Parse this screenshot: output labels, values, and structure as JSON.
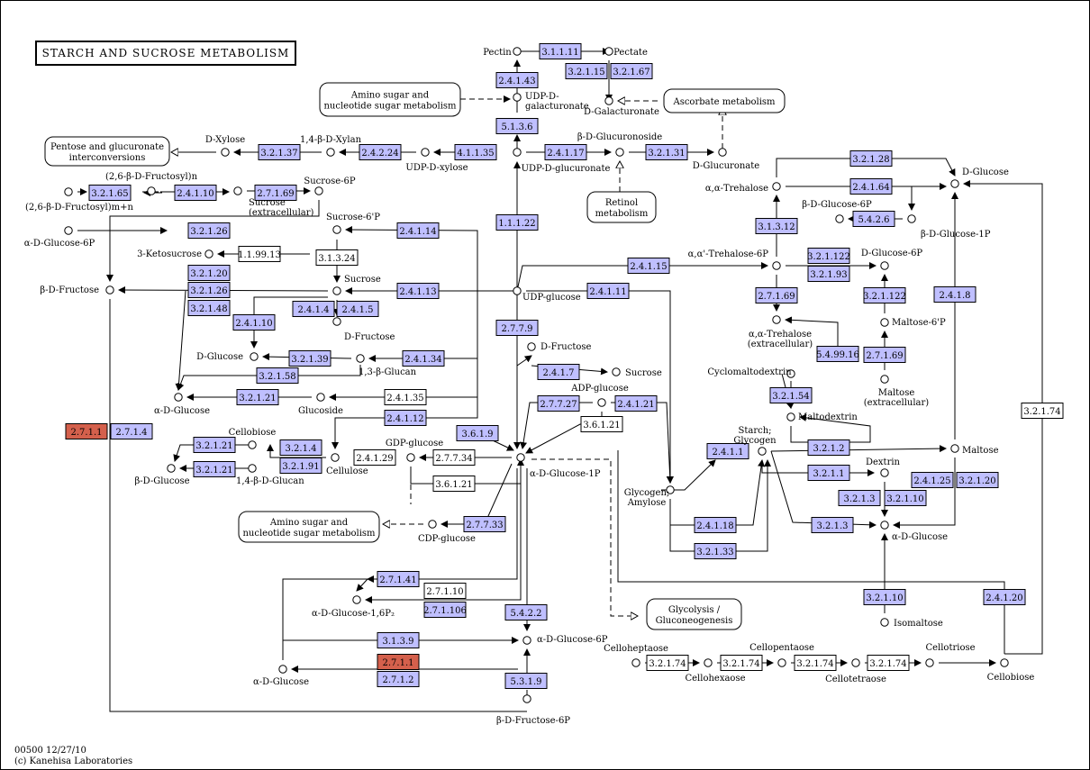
{
  "title": "STARCH AND SUCROSE METABOLISM",
  "footer": {
    "line1": "00500 12/27/10",
    "line2": "(c) Kanehisa Laboratories"
  },
  "colors": {
    "enzyme_fill": "#bfbfff",
    "highlight_fill": "#d4604c",
    "plain_fill": "#ffffff",
    "frame": "#000000"
  },
  "enzymes": [
    {
      "label": "3.1.1.11",
      "style": "blue"
    },
    {
      "label": "3.2.1.15",
      "style": "blue"
    },
    {
      "label": "3.2.1.67",
      "style": "blue"
    },
    {
      "label": "2.4.1.43",
      "style": "blue"
    },
    {
      "label": "5.1.3.6",
      "style": "blue"
    },
    {
      "label": "3.2.1.37",
      "style": "blue"
    },
    {
      "label": "2.4.2.24",
      "style": "blue"
    },
    {
      "label": "4.1.1.35",
      "style": "blue"
    },
    {
      "label": "2.4.1.17",
      "style": "blue"
    },
    {
      "label": "3.2.1.31",
      "style": "blue"
    },
    {
      "label": "3.2.1.65",
      "style": "blue"
    },
    {
      "label": "2.4.1.10",
      "style": "blue"
    },
    {
      "label": "2.7.1.69",
      "style": "blue"
    },
    {
      "label": "3.2.1.26",
      "style": "blue"
    },
    {
      "label": "2.4.1.14",
      "style": "blue"
    },
    {
      "label": "1.1.99.13",
      "style": "white"
    },
    {
      "label": "3.1.3.24",
      "style": "white"
    },
    {
      "label": "1.1.1.22",
      "style": "blue"
    },
    {
      "label": "3.2.1.20",
      "style": "blue"
    },
    {
      "label": "3.2.1.26",
      "style": "blue"
    },
    {
      "label": "3.2.1.48",
      "style": "blue"
    },
    {
      "label": "2.4.1.13",
      "style": "blue"
    },
    {
      "label": "2.4.1.4",
      "style": "blue"
    },
    {
      "label": "2.4.1.5",
      "style": "blue"
    },
    {
      "label": "2.4.1.10",
      "style": "blue"
    },
    {
      "label": "3.2.1.39",
      "style": "blue"
    },
    {
      "label": "2.4.1.34",
      "style": "blue"
    },
    {
      "label": "3.2.1.58",
      "style": "blue"
    },
    {
      "label": "3.2.1.21",
      "style": "blue"
    },
    {
      "label": "2.4.1.35",
      "style": "white"
    },
    {
      "label": "2.4.1.12",
      "style": "blue"
    },
    {
      "label": "2.7.1.1",
      "style": "red"
    },
    {
      "label": "2.7.1.4",
      "style": "blue"
    },
    {
      "label": "3.2.1.21",
      "style": "blue"
    },
    {
      "label": "3.2.1.4",
      "style": "blue"
    },
    {
      "label": "3.2.1.21",
      "style": "blue"
    },
    {
      "label": "3.2.1.91",
      "style": "blue"
    },
    {
      "label": "2.4.1.29",
      "style": "white"
    },
    {
      "label": "2.7.7.34",
      "style": "white"
    },
    {
      "label": "3.6.1.21",
      "style": "white"
    },
    {
      "label": "3.6.1.9",
      "style": "blue"
    },
    {
      "label": "2.7.7.9",
      "style": "blue"
    },
    {
      "label": "2.4.1.7",
      "style": "blue"
    },
    {
      "label": "2.7.7.27",
      "style": "blue"
    },
    {
      "label": "2.4.1.21",
      "style": "blue"
    },
    {
      "label": "3.6.1.21",
      "style": "white"
    },
    {
      "label": "2.4.1.15",
      "style": "blue"
    },
    {
      "label": "2.4.1.11",
      "style": "blue"
    },
    {
      "label": "2.7.7.33",
      "style": "blue"
    },
    {
      "label": "2.7.1.41",
      "style": "blue"
    },
    {
      "label": "2.7.1.10",
      "style": "white"
    },
    {
      "label": "2.7.1.106",
      "style": "blue"
    },
    {
      "label": "5.4.2.2",
      "style": "blue"
    },
    {
      "label": "3.1.3.9",
      "style": "blue"
    },
    {
      "label": "2.7.1.1",
      "style": "red"
    },
    {
      "label": "2.7.1.2",
      "style": "blue"
    },
    {
      "label": "5.3.1.9",
      "style": "blue"
    },
    {
      "label": "3.2.1.28",
      "style": "blue"
    },
    {
      "label": "2.4.1.64",
      "style": "blue"
    },
    {
      "label": "5.4.2.6",
      "style": "blue"
    },
    {
      "label": "3.1.3.12",
      "style": "blue"
    },
    {
      "label": "3.2.1.122",
      "style": "blue"
    },
    {
      "label": "3.2.1.93",
      "style": "blue"
    },
    {
      "label": "2.7.1.69",
      "style": "blue"
    },
    {
      "label": "3.2.1.122",
      "style": "blue"
    },
    {
      "label": "2.4.1.8",
      "style": "blue"
    },
    {
      "label": "5.4.99.16",
      "style": "blue"
    },
    {
      "label": "2.7.1.69",
      "style": "blue"
    },
    {
      "label": "3.2.1.54",
      "style": "blue"
    },
    {
      "label": "3.2.1.74",
      "style": "white"
    },
    {
      "label": "2.4.1.1",
      "style": "blue"
    },
    {
      "label": "3.2.1.2",
      "style": "blue"
    },
    {
      "label": "3.2.1.1",
      "style": "blue"
    },
    {
      "label": "2.4.1.25",
      "style": "blue"
    },
    {
      "label": "3.2.1.20",
      "style": "blue"
    },
    {
      "label": "3.2.1.3",
      "style": "blue"
    },
    {
      "label": "3.2.1.10",
      "style": "blue"
    },
    {
      "label": "3.2.1.3",
      "style": "blue"
    },
    {
      "label": "2.4.1.18",
      "style": "blue"
    },
    {
      "label": "3.2.1.33",
      "style": "blue"
    },
    {
      "label": "3.2.1.10",
      "style": "blue"
    },
    {
      "label": "2.4.1.20",
      "style": "blue"
    },
    {
      "label": "3.2.1.74",
      "style": "white"
    },
    {
      "label": "3.2.1.74",
      "style": "white"
    },
    {
      "label": "3.2.1.74",
      "style": "white"
    },
    {
      "label": "3.2.1.74",
      "style": "white"
    }
  ],
  "compounds": [
    {
      "label": "Pectin"
    },
    {
      "label": "Pectate"
    },
    {
      "label": "UDP-D-\ngalacturonate"
    },
    {
      "label": "D-Galacturonate"
    },
    {
      "label": "D-Xylose"
    },
    {
      "label": "1,4-β-D-Xylan"
    },
    {
      "label": "UDP-D-xylose"
    },
    {
      "label": "UDP-D-glucuronate"
    },
    {
      "label": "β-D-Glucuronoside"
    },
    {
      "label": "D-Glucuronate"
    },
    {
      "label": "(2,6-β-D-Fructosyl)n"
    },
    {
      "label": "(2,6-β-D-Fructosyl)m+n"
    },
    {
      "label": "Sucrose\n(extracellular)"
    },
    {
      "label": "Sucrose-6P"
    },
    {
      "label": "α-D-Glucose-6P"
    },
    {
      "label": "Sucrose-6'P"
    },
    {
      "label": "3-Ketosucrose"
    },
    {
      "label": "β-D-Fructose"
    },
    {
      "label": "Sucrose"
    },
    {
      "label": "UDP-glucose"
    },
    {
      "label": "D-Fructose"
    },
    {
      "label": "D-Glucose"
    },
    {
      "label": "1,3-β-Glucan"
    },
    {
      "label": "α-D-Glucose"
    },
    {
      "label": "Glucoside"
    },
    {
      "label": "Cellobiose"
    },
    {
      "label": "GDP-glucose"
    },
    {
      "label": "β-D-Glucose"
    },
    {
      "label": "1,4-β-D-Glucan"
    },
    {
      "label": "Cellulose"
    },
    {
      "label": "α-D-Glucose-1P"
    },
    {
      "label": "D-Fructose"
    },
    {
      "label": "Sucrose"
    },
    {
      "label": "ADP-glucose"
    },
    {
      "label": "CDP-glucose"
    },
    {
      "label": "α-D-Glucose-1,6P₂"
    },
    {
      "label": "α-D-Glucose-6P"
    },
    {
      "label": "α-D-Glucose"
    },
    {
      "label": "β-D-Fructose-6P"
    },
    {
      "label": "D-Glucose"
    },
    {
      "label": "α,α-Trehalose"
    },
    {
      "label": "β-D-Glucose-6P"
    },
    {
      "label": "β-D-Glucose-1P"
    },
    {
      "label": "α,α'-Trehalose-6P"
    },
    {
      "label": "D-Glucose-6P"
    },
    {
      "label": "Maltose-6'P"
    },
    {
      "label": "α,α-Trehalose\n(extracellular)"
    },
    {
      "label": "Maltose\n(extracellular)"
    },
    {
      "label": "Cyclomaltodextrin"
    },
    {
      "label": "Maltodextrin"
    },
    {
      "label": "Starch;\nGlycogen"
    },
    {
      "label": "Maltose"
    },
    {
      "label": "Glycogen;\nAmylose"
    },
    {
      "label": "Dextrin"
    },
    {
      "label": "α-D-Glucose"
    },
    {
      "label": "Isomaltose"
    },
    {
      "label": "Celloheptaose"
    },
    {
      "label": "Cellohexaose"
    },
    {
      "label": "Cellopentaose"
    },
    {
      "label": "Cellotetraose"
    },
    {
      "label": "Cellotriose"
    },
    {
      "label": "Cellobiose"
    }
  ],
  "maps": [
    {
      "label": "Amino sugar and\nnucleotide sugar metabolism"
    },
    {
      "label": "Ascorbate metabolism"
    },
    {
      "label": "Pentose and glucuronate\ninterconversions"
    },
    {
      "label": "Retinol\nmetabolism"
    },
    {
      "label": "Amino sugar and\nnucleotide sugar metabolism"
    },
    {
      "label": "Glycolysis /\nGluconeogenesis"
    }
  ]
}
